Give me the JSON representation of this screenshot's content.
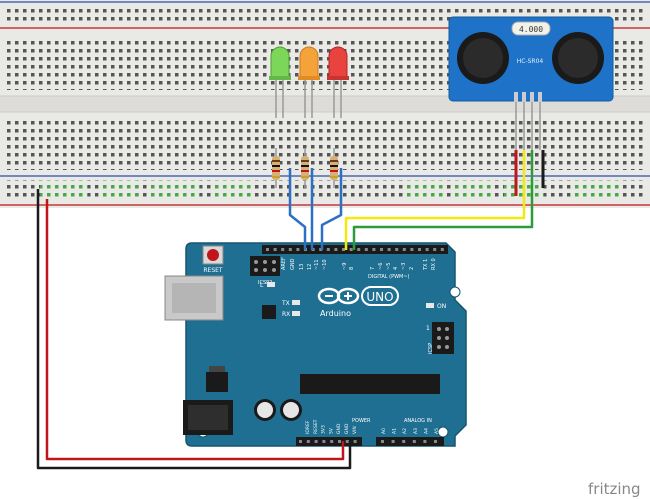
{
  "labels": {
    "reset": "RESET",
    "icsp2": "ICSP2",
    "icsp": "ICSP",
    "l": "L",
    "tx": "TX",
    "rx": "RX",
    "on": "ON",
    "aref": "AREF",
    "gnd_top": "GND",
    "digital": "DIGITAL (PWM~)",
    "pins_top": [
      "13",
      "12",
      "~11",
      "~10",
      "~9",
      "8",
      "7",
      "~6",
      "~5",
      "4",
      "~3",
      "2",
      "TX 1",
      "RX 0"
    ],
    "uno": "UNO",
    "arduino": "Arduino",
    "power": "POWER",
    "analog_in": "ANALOG IN",
    "pins_power": [
      "IOREF",
      "RESET",
      "3V3",
      "5V",
      "GND",
      "GND",
      "VIN"
    ],
    "pins_analog": [
      "A0",
      "A1",
      "A2",
      "A3",
      "A4",
      "A5"
    ],
    "one": "1",
    "sensor_freq": "4.000",
    "sensor_model": "HC-SR04",
    "fritzing": "fritzing"
  },
  "colors": {
    "board": "#1f6f92",
    "board_edge": "#15566f",
    "breadboard": "#e9e9e6",
    "wire_red": "#c0151b",
    "wire_black": "#1a1a1a",
    "wire_blue": "#2d6fc2",
    "wire_yellow": "#f2ea0d",
    "wire_green": "#2c9c3a",
    "led_green": "#7cd65a",
    "led_orange": "#f4a23a",
    "led_red": "#e8433f",
    "sensor": "#1e73c8"
  },
  "leds": [
    {
      "color": "green"
    },
    {
      "color": "orange"
    },
    {
      "color": "red"
    }
  ]
}
